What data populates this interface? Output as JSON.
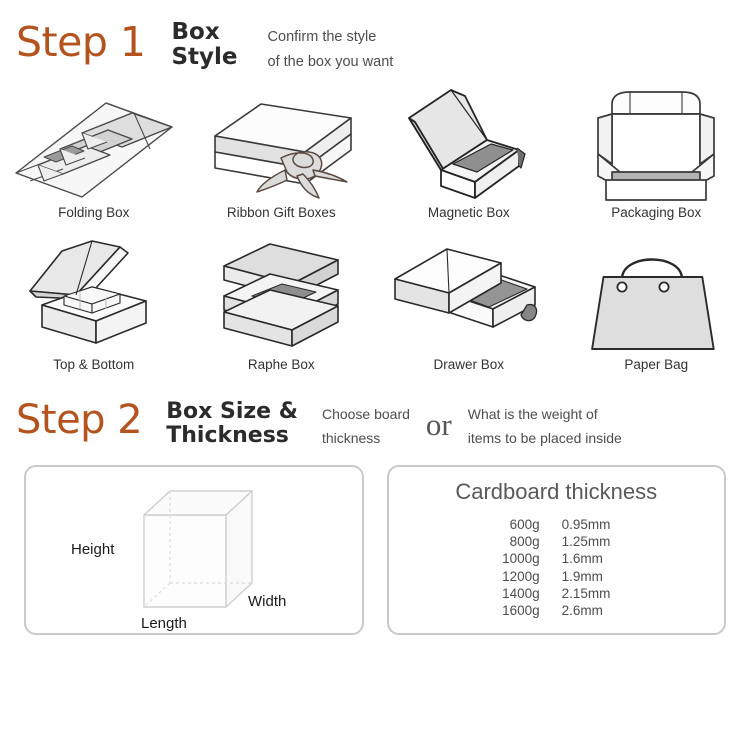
{
  "step1": {
    "label": "Step 1",
    "title_line1": "Box",
    "title_line2": "Style",
    "desc_line1": "Confirm the style",
    "desc_line2": "of the box you want",
    "accent_color": "#b5531f"
  },
  "box_styles": [
    {
      "caption": "Folding Box",
      "icon": "folding-box-icon"
    },
    {
      "caption": "Ribbon Gift Boxes",
      "icon": "ribbon-gift-box-icon"
    },
    {
      "caption": "Magnetic Box",
      "icon": "magnetic-box-icon"
    },
    {
      "caption": "Packaging Box",
      "icon": "packaging-box-icon"
    },
    {
      "caption": "Top & Bottom",
      "icon": "top-bottom-box-icon"
    },
    {
      "caption": "Raphe Box",
      "icon": "raphe-box-icon"
    },
    {
      "caption": "Drawer Box",
      "icon": "drawer-box-icon"
    },
    {
      "caption": "Paper Bag",
      "icon": "paper-bag-icon"
    }
  ],
  "step2": {
    "label": "Step 2",
    "title_line1": "Box Size &",
    "title_line2": "Thickness",
    "desc_a_line1": "Choose board",
    "desc_a_line2": "thickness",
    "or": "or",
    "desc_b_line1": "What is the weight of",
    "desc_b_line2": "items to be placed inside"
  },
  "dimensions_panel": {
    "height_label": "Height",
    "width_label": "Width",
    "length_label": "Length",
    "icon": "cube-wireframe-icon"
  },
  "thickness_panel": {
    "title": "Cardboard thickness",
    "rows": [
      {
        "weight": "600g",
        "thickness": "0.95mm"
      },
      {
        "weight": "800g",
        "thickness": "1.25mm"
      },
      {
        "weight": "1000g",
        "thickness": "1.6mm"
      },
      {
        "weight": "1200g",
        "thickness": "1.9mm"
      },
      {
        "weight": "1400g",
        "thickness": "2.15mm"
      },
      {
        "weight": "1600g",
        "thickness": "2.6mm"
      }
    ]
  },
  "palette": {
    "accent": "#b5531f",
    "outline": "#3a3a3a",
    "fill_light": "#f5f5f5",
    "fill_mid": "#dcdcdc",
    "fill_dark": "#8a8a8a",
    "panel_border": "#c9c9c9"
  }
}
